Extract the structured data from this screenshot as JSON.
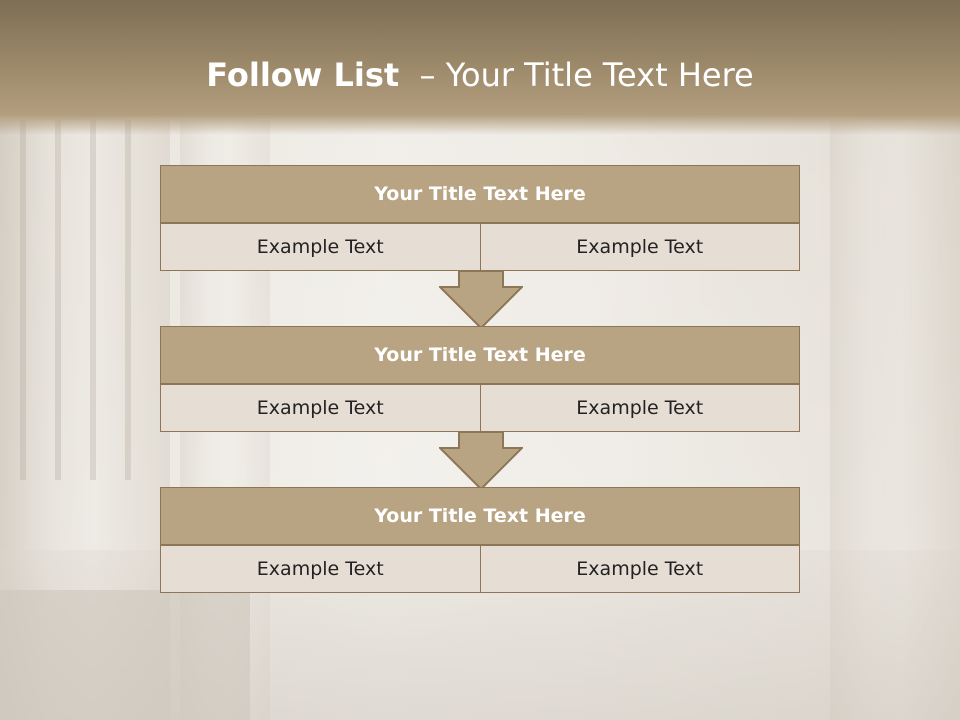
{
  "slide": {
    "title_bold": "Follow List",
    "title_rest": "– Your Title Text Here"
  },
  "steps": [
    {
      "title": "Your Title Text Here",
      "left": "Example Text",
      "right": "Example Text"
    },
    {
      "title": "Your Title Text Here",
      "left": "Example Text",
      "right": "Example Text"
    },
    {
      "title": "Your Title Text Here",
      "left": "Example Text",
      "right": "Example Text"
    }
  ],
  "colors": {
    "header_bar": "#9a8768",
    "box_fill": "#b8a383",
    "box_border": "#8c7656",
    "cell_fill": "#e6ddd5"
  }
}
